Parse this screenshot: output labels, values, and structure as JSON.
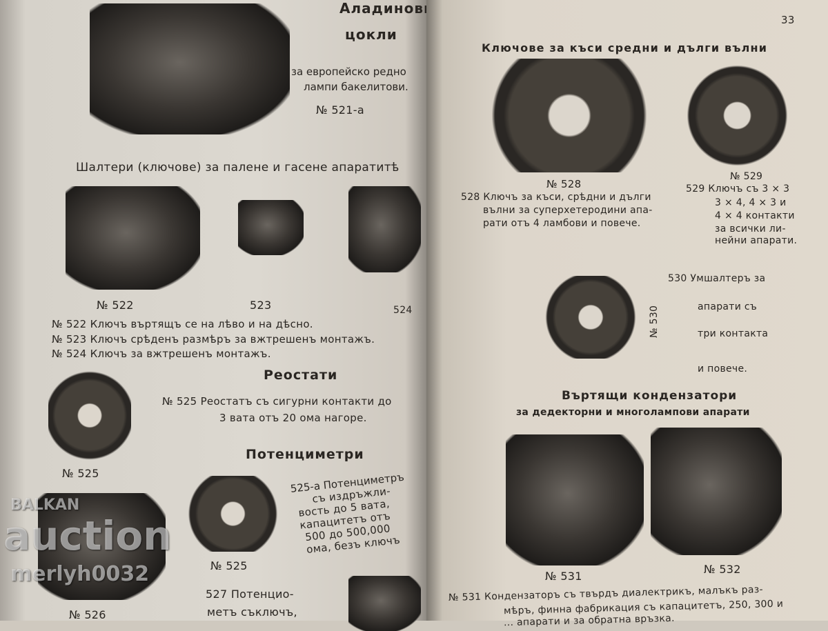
{
  "left_page": {
    "title_line1": "Аладинови",
    "title_line2": "цокли",
    "socket_desc1": "за европейско редно",
    "socket_desc2": "лампи бакелитови.",
    "socket_no": "№ 521-а",
    "switches_heading": "Шалтери (ключове) за палене и гасене апаратитѣ",
    "label_522": "№ 522",
    "label_523": "523",
    "label_524": "524",
    "desc_522": "№ 522 Ключъ въртящъ се на лѣво и на дѣсно.",
    "desc_523": "№ 523 Ключъ срѣденъ размѣръ за вжтрешенъ монтажъ.",
    "desc_524": "№ 524 Ключъ за вжтрешенъ монтажъ.",
    "rheostats_heading": "Реостати",
    "desc_525_l1": "№ 525 Реостатъ съ сигурни контакти до",
    "desc_525_l2": "3 вата отъ 20 ома нагоре.",
    "potentiometers_heading": "Потенциметри",
    "label_525a": "№ 525",
    "desc_525a": [
      "525-а Потенциметръ",
      "съ издръжли-",
      "вость до 5 вата,",
      "капацитетъ отъ",
      "500 до 500,000",
      "ома, безъ ключъ"
    ],
    "label_525b": "№ 525",
    "desc_527_l1": "527 Потенцио-",
    "desc_527_l2": "метъ съключъ,",
    "label_526": "№ 526"
  },
  "right_page": {
    "page_number": "33",
    "keys_heading": "Ключове за къси средни и дълги вълни",
    "label_528": "№ 528",
    "desc_528": [
      "528 Ключъ за къси, срѣдни и дълги",
      "вълни за суперхетеродини апа-",
      "рати отъ 4 ламбови и повече."
    ],
    "label_529": "№ 529",
    "desc_529": [
      "529 Ключъ съ 3 × 3",
      "3 × 4, 4 × 3 и",
      "4 × 4 контакти",
      "за всички ли-",
      "нейни апарати."
    ],
    "desc_530": [
      "530 Умшалтеръ за",
      "апарати съ",
      "три контакта",
      "и повече."
    ],
    "label_530": "№ 530",
    "capacitors_heading": "Въртящи кондензатори",
    "capacitors_sub": "за дедекторни и многолампови апарати",
    "label_531": "№ 531",
    "label_532": "№ 532",
    "desc_531": [
      "№ 531 Кондензаторъ съ твърдъ диалектрикъ, малъкъ раз-",
      "мѣръ, финна фабрикация съ капацитетъ, 250, 300 и",
      "... апарати и за обратна връзка."
    ]
  },
  "watermark": {
    "line1": "BALKAN",
    "line2": "auction",
    "line3": "merlyh0032"
  }
}
